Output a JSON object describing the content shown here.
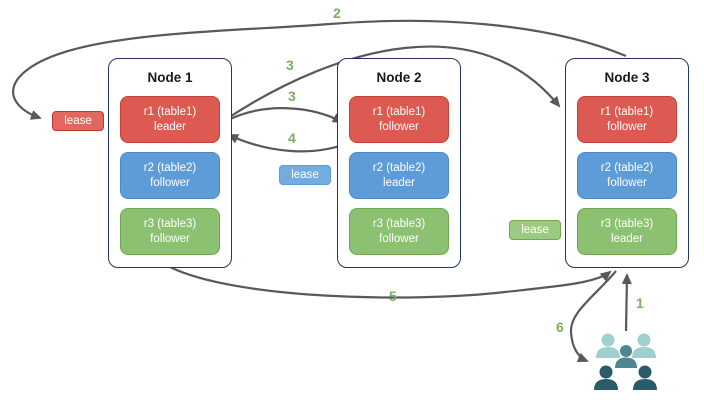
{
  "diagram": {
    "nodes": [
      {
        "title": "Node 1",
        "replicas": [
          {
            "name": "r1 (table1)",
            "role": "leader",
            "color": "red"
          },
          {
            "name": "r2 (table2)",
            "role": "follower",
            "color": "blue"
          },
          {
            "name": "r3 (table3)",
            "role": "follower",
            "color": "green"
          }
        ]
      },
      {
        "title": "Node 2",
        "replicas": [
          {
            "name": "r1 (table1)",
            "role": "follower",
            "color": "red"
          },
          {
            "name": "r2 (table2)",
            "role": "leader",
            "color": "blue"
          },
          {
            "name": "r3 (table3)",
            "role": "follower",
            "color": "green"
          }
        ]
      },
      {
        "title": "Node 3",
        "replicas": [
          {
            "name": "r1 (table1)",
            "role": "follower",
            "color": "red"
          },
          {
            "name": "r2 (table2)",
            "role": "follower",
            "color": "blue"
          },
          {
            "name": "r3 (table3)",
            "role": "leader",
            "color": "green"
          }
        ]
      }
    ],
    "leases": [
      {
        "label": "lease",
        "color": "red"
      },
      {
        "label": "lease",
        "color": "blue"
      },
      {
        "label": "lease",
        "color": "green"
      }
    ],
    "step_labels": {
      "s1": "1",
      "s2": "2",
      "s3a": "3",
      "s3b": "3",
      "s4": "4",
      "s5": "5",
      "s6": "6"
    },
    "icons": {
      "users": "users-group-icon"
    },
    "colors": {
      "replica_red": "#DD5A52",
      "replica_red_border": "#C7413B",
      "replica_blue": "#5E9CD8",
      "replica_blue_border": "#4A89C8",
      "replica_green": "#8BC170",
      "replica_green_border": "#71A653",
      "lease_red": "#E2685F",
      "lease_blue": "#74ACE0",
      "lease_green": "#9BCB82",
      "node_border": "#24365E",
      "arrow": "#595959",
      "step_label": "#7CB05E",
      "users_light_teal": "#9FCFCF",
      "users_mid_teal": "#4E8691",
      "users_dark_teal": "#2B5A68"
    }
  }
}
